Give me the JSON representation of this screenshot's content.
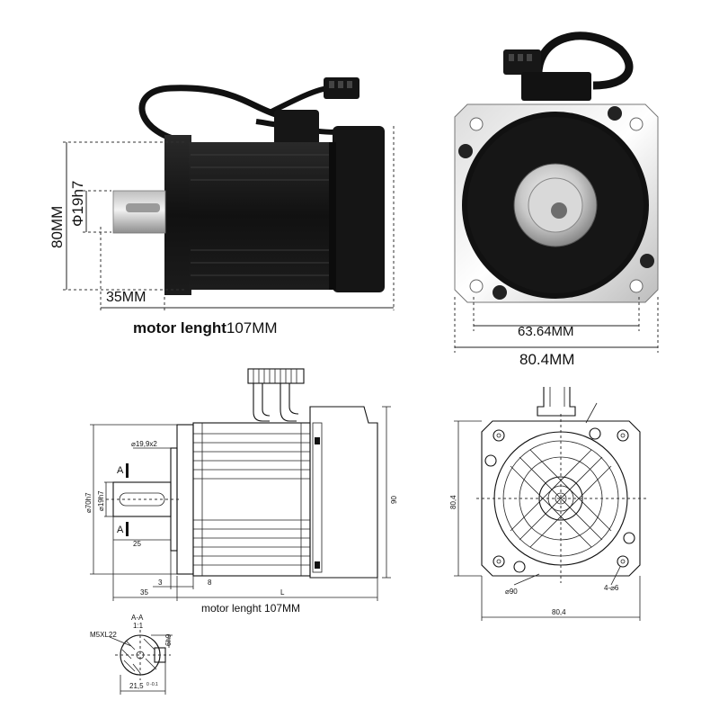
{
  "photo_labels": {
    "height_80": "80MM",
    "shaft_dia": "Φ19h7",
    "shaft_len": "35MM",
    "motor_length_prefix": "motor lenght",
    "motor_length_value": "107MM",
    "bolt_spacing": "63.64MM",
    "flange_width": "80.4MM"
  },
  "drawing_labels": {
    "spigot_dia": "⌀19,9x2",
    "section_a_top": "A",
    "section_a_bottom": "A",
    "pilot_dia": "⌀70h7",
    "shaft_dia": "⌀19h7",
    "key_len": "25",
    "height_90": "90",
    "dim_3": "3",
    "dim_8": "8",
    "dim_35": "35",
    "dim_L": "L",
    "motor_length": "motor lenght 107MM",
    "front_height": "80,4",
    "front_width": "80,4",
    "circle_dia": "⌀90",
    "holes": "4-⌀6",
    "section_title": "A-A",
    "section_scale": "1:1",
    "thread": "M5XL22",
    "key_width": "6h9",
    "key_height": "21,5",
    "key_tol": "0\n-0.1"
  }
}
